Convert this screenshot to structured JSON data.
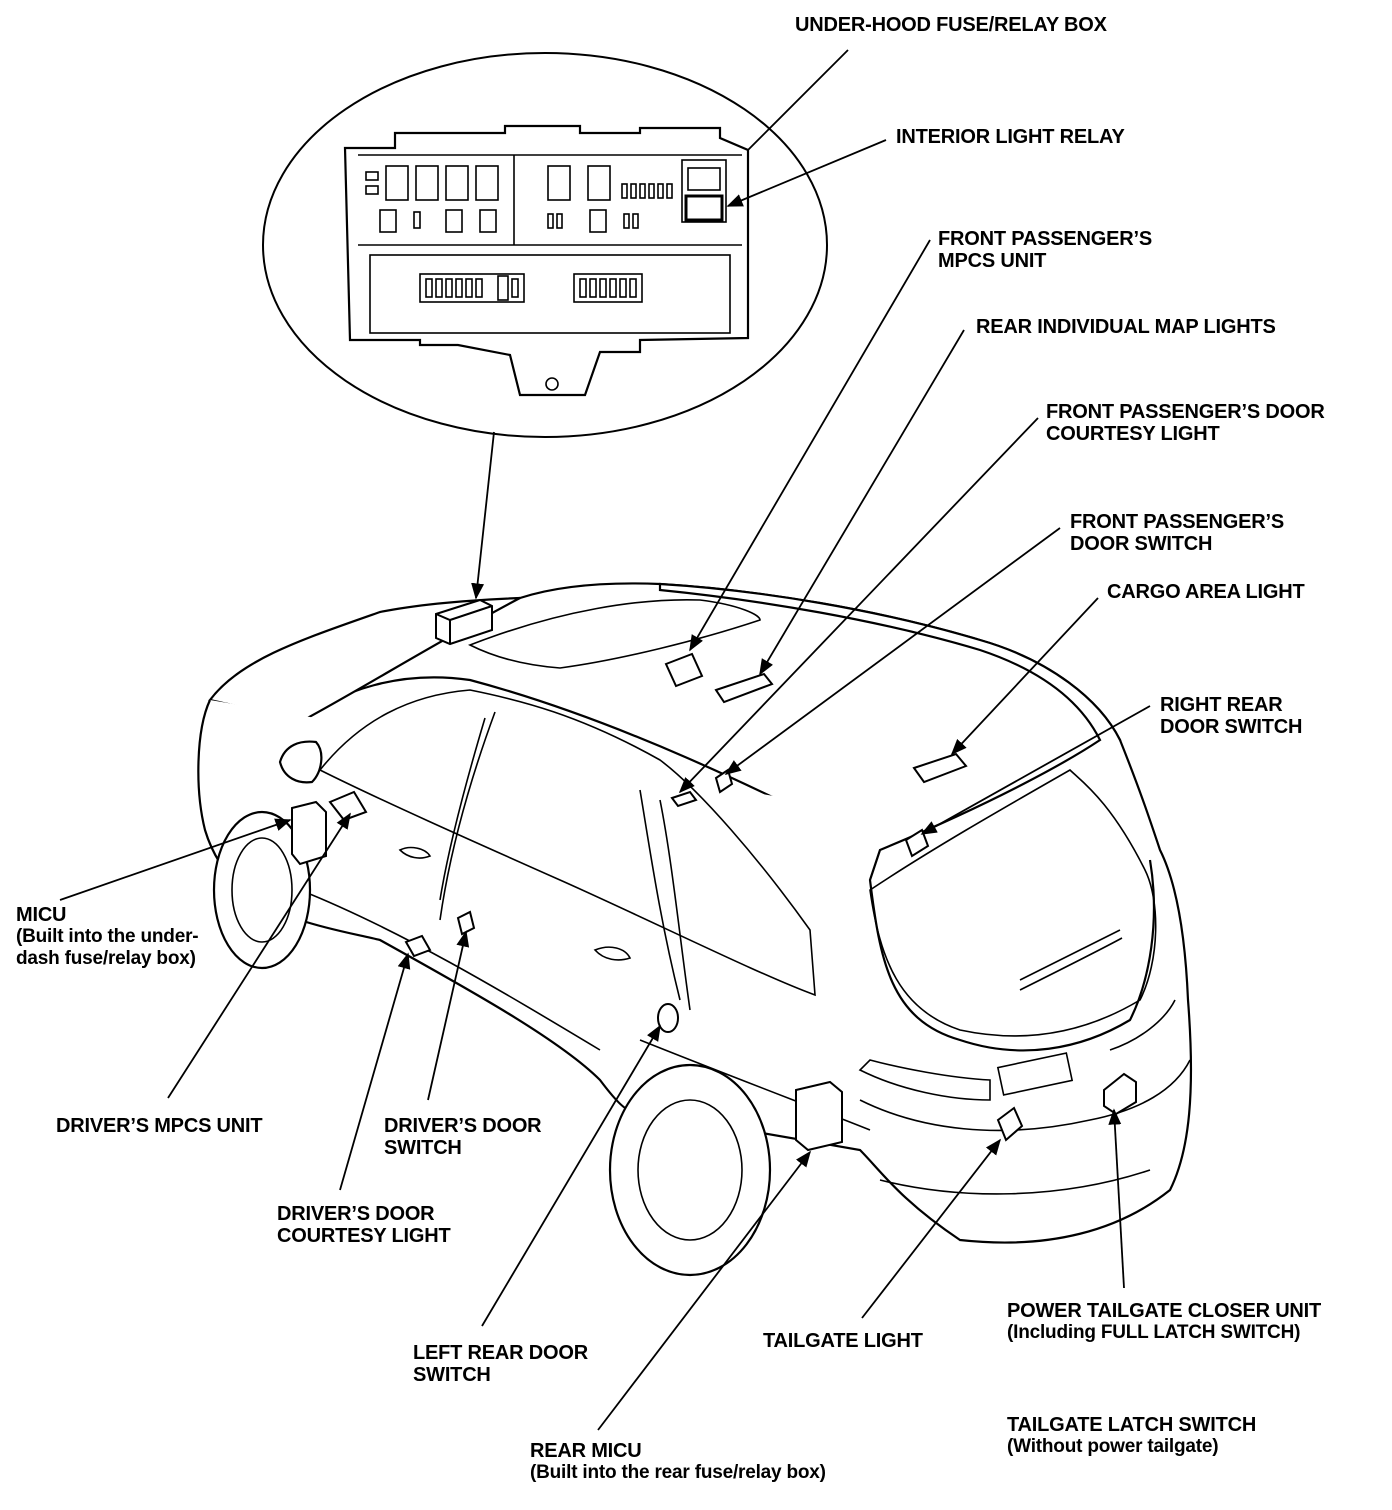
{
  "labels": {
    "under_hood_fuse": {
      "lines": [
        "UNDER-HOOD FUSE/RELAY BOX"
      ]
    },
    "interior_light_relay": {
      "lines": [
        "INTERIOR LIGHT RELAY"
      ]
    },
    "front_pass_mpcs": {
      "lines": [
        "FRONT PASSENGER’S",
        "MPCS UNIT"
      ]
    },
    "rear_map_lights": {
      "lines": [
        "REAR INDIVIDUAL MAP LIGHTS"
      ]
    },
    "front_pass_courtesy": {
      "lines": [
        "FRONT PASSENGER’S DOOR",
        "COURTESY LIGHT"
      ]
    },
    "front_pass_door_switch": {
      "lines": [
        "FRONT PASSENGER’S",
        "DOOR SWITCH"
      ]
    },
    "cargo_area_light": {
      "lines": [
        "CARGO AREA LIGHT"
      ]
    },
    "right_rear_door_switch": {
      "lines": [
        "RIGHT REAR",
        "DOOR SWITCH"
      ]
    },
    "micu": {
      "lines": [
        "MICU",
        "(Built into the under-",
        "dash fuse/relay box)"
      ]
    },
    "drivers_mpcs": {
      "lines": [
        "DRIVER’S MPCS UNIT"
      ]
    },
    "drivers_door_switch": {
      "lines": [
        "DRIVER’S DOOR",
        "SWITCH"
      ]
    },
    "drivers_courtesy": {
      "lines": [
        "DRIVER’S DOOR",
        "COURTESY LIGHT"
      ]
    },
    "left_rear_door_switch": {
      "lines": [
        "LEFT REAR DOOR",
        "SWITCH"
      ]
    },
    "tailgate_light": {
      "lines": [
        "TAILGATE LIGHT"
      ]
    },
    "power_tailgate_closer": {
      "lines": [
        "POWER TAILGATE CLOSER UNIT",
        "(Including FULL LATCH SWITCH)"
      ]
    },
    "tailgate_latch_switch": {
      "lines": [
        "TAILGATE LATCH SWITCH",
        "(Without power tailgate)"
      ]
    },
    "rear_micu": {
      "lines": [
        "REAR MICU",
        "(Built into the rear fuse/relay box)"
      ]
    }
  }
}
